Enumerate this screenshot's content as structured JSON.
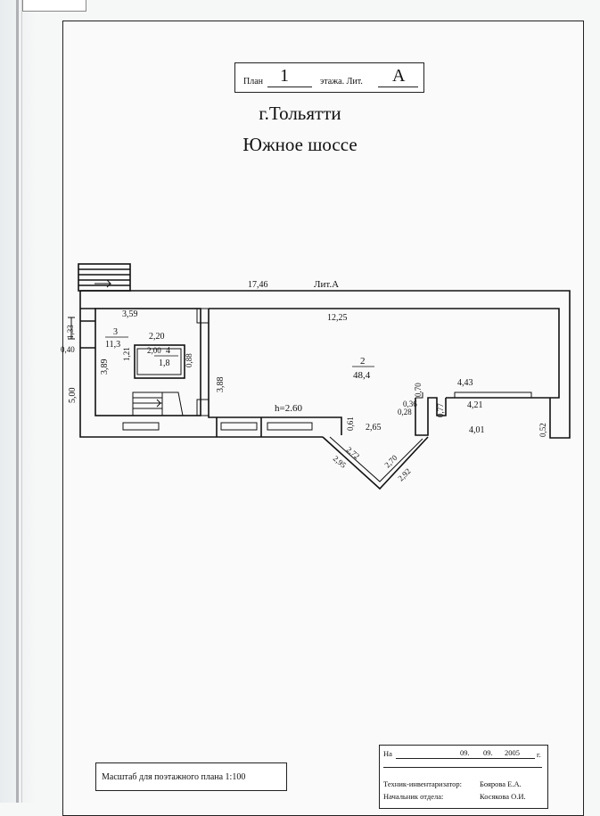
{
  "header": {
    "plan_label": "План",
    "floor_number": "1",
    "floor_label": "этажа. Лит.",
    "letter": "А"
  },
  "address": {
    "city": "г.Тольятти",
    "street": "Южное шоссе"
  },
  "floorplan": {
    "building_label": "Лит.А",
    "ceiling_height": "h=2.60",
    "rooms": [
      {
        "number": "2",
        "area": "48,4"
      },
      {
        "number": "3",
        "area": "11,3"
      },
      {
        "number": "4",
        "area": "1,8"
      }
    ],
    "dimensions": {
      "outer_length": "17,46",
      "room2_length": "12,25",
      "room3_width": "3,59",
      "room3_inner_width": "2,20",
      "room4_width": "2,00",
      "room4_height": "0,88",
      "room4_side": "1,21",
      "left_1_33": "1,33",
      "left_0_40": "0,40",
      "left_5_00": "5,00",
      "room3_height": "3,89",
      "room2_left_height": "3,88",
      "wall_0_61": "0,61",
      "bay_2_65": "2,65",
      "bay_2_72": "2,72",
      "bay_2_95": "2,95",
      "bay_2_70": "2,70",
      "bay_2_92": "2,92",
      "pier_0_70": "0,70",
      "pier_0_36": "0,36",
      "pier_0_28": "0,28",
      "pier_0_77": "0,77",
      "right_4_43": "4,43",
      "right_4_21": "4,21",
      "right_4_01": "4,01",
      "right_0_52": "0,52"
    }
  },
  "scale": {
    "text": "Масштаб для поэтажного плана 1:100"
  },
  "stamp": {
    "on_label": "На",
    "date_day": "09.",
    "date_month": "09.",
    "date_year": "2005",
    "year_suffix": "г.",
    "tech_label": "Техник-инвентаризатор:",
    "tech_name": "Боярова Е.А.",
    "head_label": "Начальник отдела:",
    "head_name": "Косякова О.И."
  }
}
